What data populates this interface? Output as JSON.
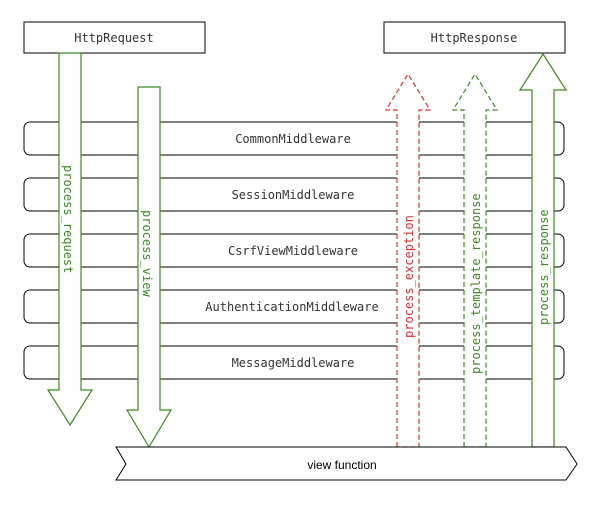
{
  "request_box": {
    "label": "HttpRequest"
  },
  "response_box": {
    "label": "HttpResponse"
  },
  "middlewares": [
    "CommonMiddleware",
    "SessionMiddleware",
    "CsrfViewMiddleware",
    "AuthenticationMiddleware",
    "MessageMiddleware"
  ],
  "hooks": {
    "process_request": "process_request",
    "process_view": "process_view",
    "process_exception": "process_exception",
    "process_template_response": "process_template_response",
    "process_response": "process_response"
  },
  "view_function": {
    "label": "view function"
  },
  "colors": {
    "green": "#3b8a22",
    "red": "#e03030",
    "text": "#333333"
  }
}
